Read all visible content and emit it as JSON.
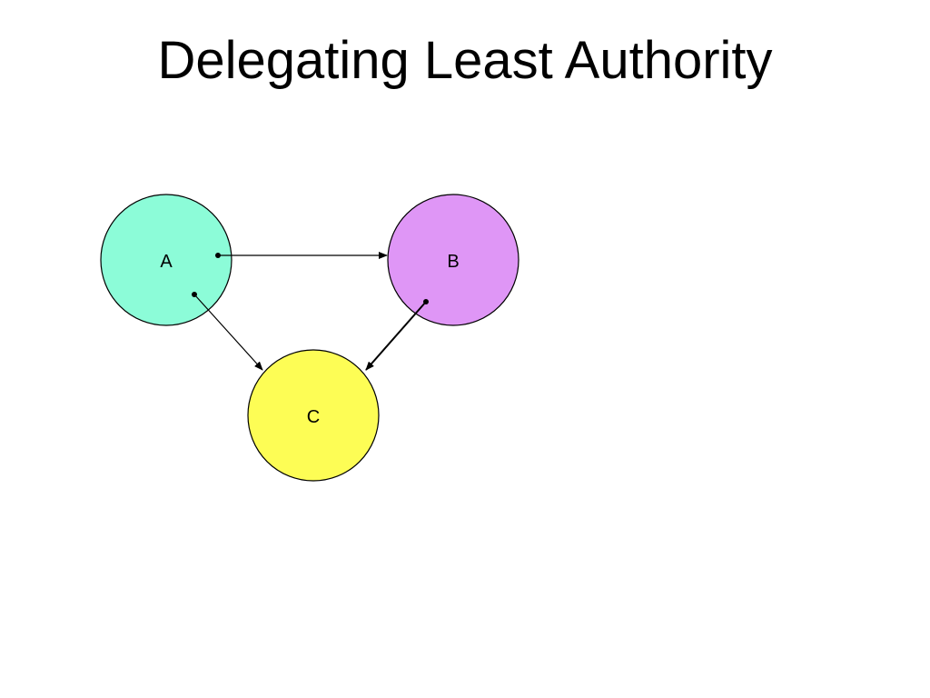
{
  "title": "Delegating Least Authority",
  "nodes": {
    "a": {
      "label": "A",
      "color": "#8cfcd8"
    },
    "b": {
      "label": "B",
      "color": "#df96f6"
    },
    "c": {
      "label": "C",
      "color": "#fdfd55"
    }
  },
  "edges": [
    {
      "from": "A",
      "to": "B"
    },
    {
      "from": "A",
      "to": "C"
    },
    {
      "from": "B",
      "to": "C"
    }
  ],
  "colors": {
    "stroke": "#000000",
    "background": "#ffffff"
  }
}
